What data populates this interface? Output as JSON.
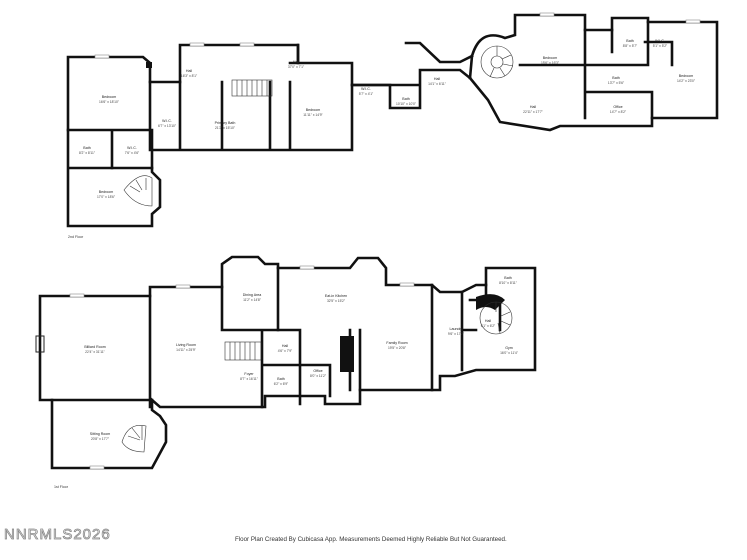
{
  "floors": [
    {
      "label": "2nd Floor",
      "rooms": [
        {
          "name": "Bedroom",
          "dims": "16'6\" x 18'10\""
        },
        {
          "name": "Hall",
          "dims": "16'3\" x 8'1\""
        },
        {
          "name": "Hall",
          "dims": "37'0\" x 7'1\""
        },
        {
          "name": "W.I.C.",
          "dims": "6'7\" x 13'10\""
        },
        {
          "name": "Primary Bath",
          "dims": "21'2\" x 15'10\""
        },
        {
          "name": "Bedroom",
          "dims": "11'11\" x 14'9\""
        },
        {
          "name": "W.I.C.",
          "dims": "5'7\" x 4'1\""
        },
        {
          "name": "Bath",
          "dims": "10'10\" x 10'0\""
        },
        {
          "name": "Hall",
          "dims": "14'1\" x 6'11\""
        },
        {
          "name": "Bath",
          "dims": "8'2\" x 8'11\""
        },
        {
          "name": "W.I.C.",
          "dims": "7'6\" x 4'6\""
        },
        {
          "name": "Bedroom",
          "dims": "17'0\" x 18'6\""
        },
        {
          "name": "Bedroom",
          "dims": "15'6\" x 16'3\""
        },
        {
          "name": "Bath",
          "dims": "8'8\" x 5'7\""
        },
        {
          "name": "W.I.C.",
          "dims": "5'1\" x 5'2\""
        },
        {
          "name": "Bath",
          "dims": "13'7\" x 5'6\""
        },
        {
          "name": "Bedroom",
          "dims": "14'2\" x 23'0\""
        },
        {
          "name": "Office",
          "dims": "14'7\" x 8'2\""
        },
        {
          "name": "Hall",
          "dims": "22'11\" x 17'7\""
        }
      ]
    },
    {
      "label": "1st Floor",
      "rooms": [
        {
          "name": "Billiard Room",
          "dims": "22'4\" x 31'11\""
        },
        {
          "name": "Living Room",
          "dims": "14'11\" x 25'9\""
        },
        {
          "name": "Dining Area",
          "dims": "11'2\" x 14'8\""
        },
        {
          "name": "Eat-in Kitchen",
          "dims": "32'5\" x 15'2\""
        },
        {
          "name": "Hall",
          "dims": "4'6\" x 7'9\""
        },
        {
          "name": "Foyer",
          "dims": "8'7\" x 16'11\""
        },
        {
          "name": "Bath",
          "dims": "6'2\" x 6'9\""
        },
        {
          "name": "Office",
          "dims": "8'0\" x 11'2\""
        },
        {
          "name": "Family Room",
          "dims": "19'5\" x 20'8\""
        },
        {
          "name": "Laundry",
          "dims": "9'6\" x 17'7\""
        },
        {
          "name": "Bath",
          "dims": "8'10\" x 8'11\""
        },
        {
          "name": "Hall",
          "dims": "6'1\" x 6'2\""
        },
        {
          "name": "Gym",
          "dims": "16'0\" x 11'4\""
        },
        {
          "name": "Sitting Room",
          "dims": "20'8\" x 17'7\""
        }
      ]
    }
  ],
  "watermark": "NNRMLS2026",
  "footer": "Floor Plan Created By Cubicasa App. Measurements Deemed Highly Reliable But Not Guaranteed."
}
